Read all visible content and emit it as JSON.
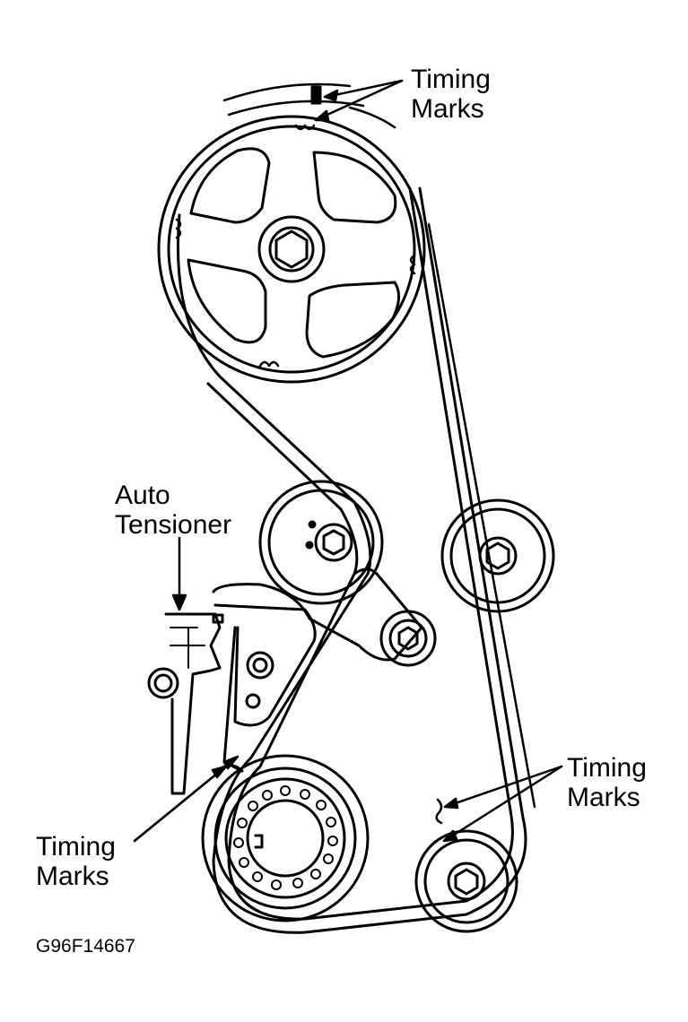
{
  "labels": {
    "top_timing": {
      "line1": "Timing",
      "line2": "Marks"
    },
    "auto_tensioner": {
      "line1": "Auto",
      "line2": "Tensioner"
    },
    "left_timing": {
      "line1": "Timing",
      "line2": "Marks"
    },
    "right_timing": {
      "line1": "Timing",
      "line2": "Marks"
    }
  },
  "figure_code": "G96F14667",
  "colors": {
    "ink": "#000000",
    "paper": "#ffffff"
  }
}
